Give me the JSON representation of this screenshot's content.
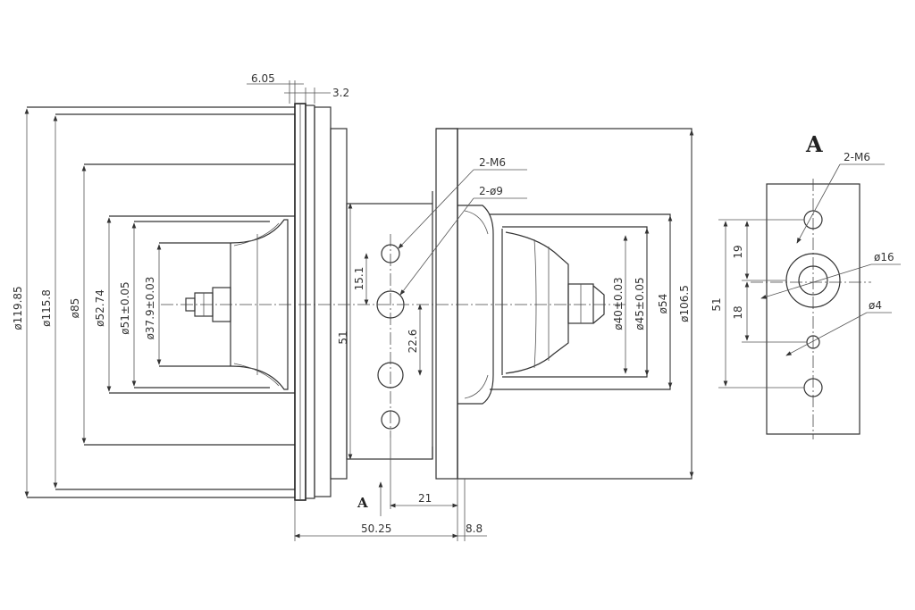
{
  "view_a": {
    "label": "A",
    "callout_thread": "2-M6",
    "callout_bore": "ø16",
    "callout_hole": "ø4",
    "dim_height": "51",
    "dim_upper": "19",
    "dim_lower": "18"
  },
  "main_view": {
    "section_label": "A",
    "dim_top_flange": "6.05",
    "dim_top_gap": "3.2",
    "callout_thread": "2-M6",
    "callout_hole": "2-ø9",
    "dim_od_1": "ø119.85",
    "dim_od_2": "ø115.8",
    "dim_od_3": "ø85",
    "dim_od_4": "ø52.74",
    "dim_od_5": "ø51±0.05",
    "dim_od_6": "ø37.9±0.03",
    "dim_hole_pitch": "15.1",
    "dim_block_height": "51",
    "dim_hole_offset": "22.6",
    "dim_d40": "ø40±0.03",
    "dim_d45": "ø45±0.05",
    "dim_d54": "ø54",
    "dim_d106": "ø106.5",
    "dim_21": "21",
    "dim_length": "50.25",
    "dim_88": "8.8"
  }
}
